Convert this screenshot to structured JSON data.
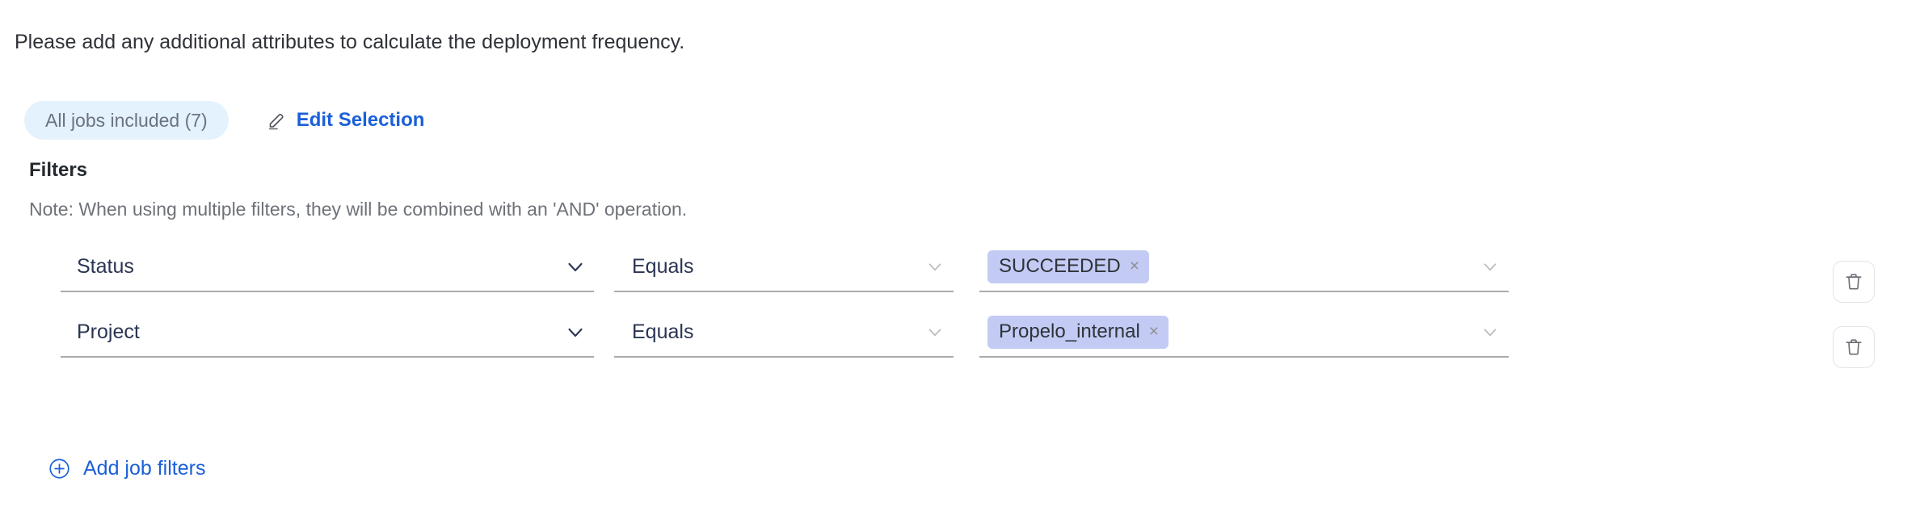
{
  "intro": {
    "text": "Please add any additional attributes to calculate the deployment frequency."
  },
  "selection": {
    "jobs_pill_label": "All jobs included (7)",
    "edit_label": "Edit Selection",
    "edit_icon": "pencil-icon"
  },
  "filters": {
    "title": "Filters",
    "note": "Note: When using multiple filters, they will be combined with an 'AND' operation.",
    "add_label": "Add job filters",
    "add_icon": "plus-circle-icon",
    "delete_icon": "trash-icon",
    "rows": [
      {
        "attribute": "Status",
        "operator": "Equals",
        "values": [
          {
            "label": "SUCCEEDED",
            "remove": "×"
          }
        ]
      },
      {
        "attribute": "Project",
        "operator": "Equals",
        "values": [
          {
            "label": "Propelo_internal",
            "remove": "×"
          }
        ]
      }
    ]
  },
  "colors": {
    "link": "#1b5fd9",
    "pill_bg": "#e4f2fd",
    "pill_text": "#6b7280",
    "chip_bg": "#c3cbf5",
    "field_text": "#2b3553",
    "underline": "#a9aaae",
    "note_text": "#6e7278"
  }
}
